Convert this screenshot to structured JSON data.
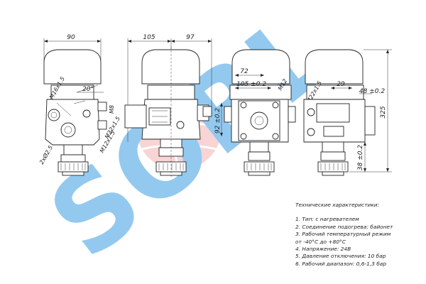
{
  "watermark": {
    "text": "SORL",
    "color": "#1f8fdc",
    "accent_color": "#e53935"
  },
  "views": {
    "view1": {
      "width_dim": "90",
      "angle": "20°",
      "thread_top": "M16x1.5",
      "thread_side": "M8",
      "thread_port1": "M22x1.5",
      "thread_port2": "M12x1.5",
      "thread_bottom": "2xØ2.5"
    },
    "view2": {
      "dim_left": "105",
      "dim_right": "97"
    },
    "view3": {
      "dim_a": "72",
      "dim_b": "105 ±0.2",
      "dim_v": "92 ±0.2",
      "thread": "M12"
    },
    "view4": {
      "thread": "M22x1.5",
      "dim_a": "29",
      "dim_b": "48 ±0.2",
      "height": "325",
      "dim_v": "38 ±0.2"
    }
  },
  "specs": {
    "title": "Технические характеристики:",
    "items": [
      "1. Тип: с нагревателем",
      "2. Соединение подогрева: байонет",
      "3. Рабочий температурный режим",
      "от -40°C до +80°C",
      "4. Напряжение: 24В",
      "5. Давление отключения: 10 бар",
      "6. Рабочий диапазон: 0,6-1,3 бар"
    ]
  }
}
